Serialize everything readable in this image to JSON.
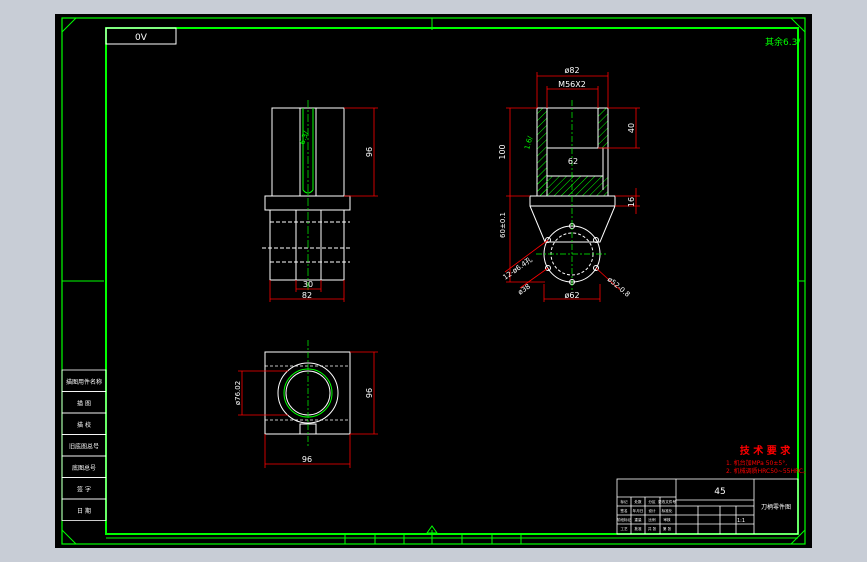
{
  "colors": {
    "background_outer": "#c8cdd6",
    "sheet": "#000000",
    "border": "#00ff00",
    "outline": "#ffffff",
    "dimension": "#ff0000",
    "hatch": "#00ff00",
    "center": "#00ff00",
    "notes_title": "#ff0000"
  },
  "header": {
    "code_box": "0V",
    "corner_mark": "其余6.3∕"
  },
  "side_table": {
    "rows": [
      "描图用件名称",
      "描 图",
      "描 校",
      "旧底图总号",
      "底图总号",
      "签 字",
      "日 期"
    ]
  },
  "views": {
    "front": {
      "dims": {
        "height": "96",
        "slot_width": "30",
        "base_width": "82"
      },
      "roughness": "6.3∕"
    },
    "section": {
      "dims": {
        "outer_dia": "ø82",
        "thread": "M56X2",
        "inner_dia": "62",
        "top_depth": "40",
        "flange_thk": "16",
        "total": "100",
        "flange_h": "60±0.1",
        "holes": "12-ø6.4孔",
        "pcd": "ø38",
        "bore_dia": "ø62",
        "bottom_dia": "ø52-0.8"
      },
      "roughness": "1.6∕"
    },
    "top": {
      "dims": {
        "height": "96",
        "width": "96",
        "inner": "ø76.02"
      }
    }
  },
  "notes": {
    "title": "技 术 要 求",
    "line1": "1. 机台加MPa 50±5°,",
    "line2": "2. 机械调质HRC50~55HRC。"
  },
  "title_block": {
    "material": "45",
    "part_name": "刀柄零件图",
    "scale_row": "1:1",
    "cells": [
      "标记",
      "处数",
      "分区",
      "更改文件号",
      "签名",
      "年月日",
      "设计",
      "标准化",
      "阶段标记",
      "重量",
      "比例",
      "审核",
      "工艺",
      "批准",
      "共 张",
      "第 张"
    ]
  }
}
